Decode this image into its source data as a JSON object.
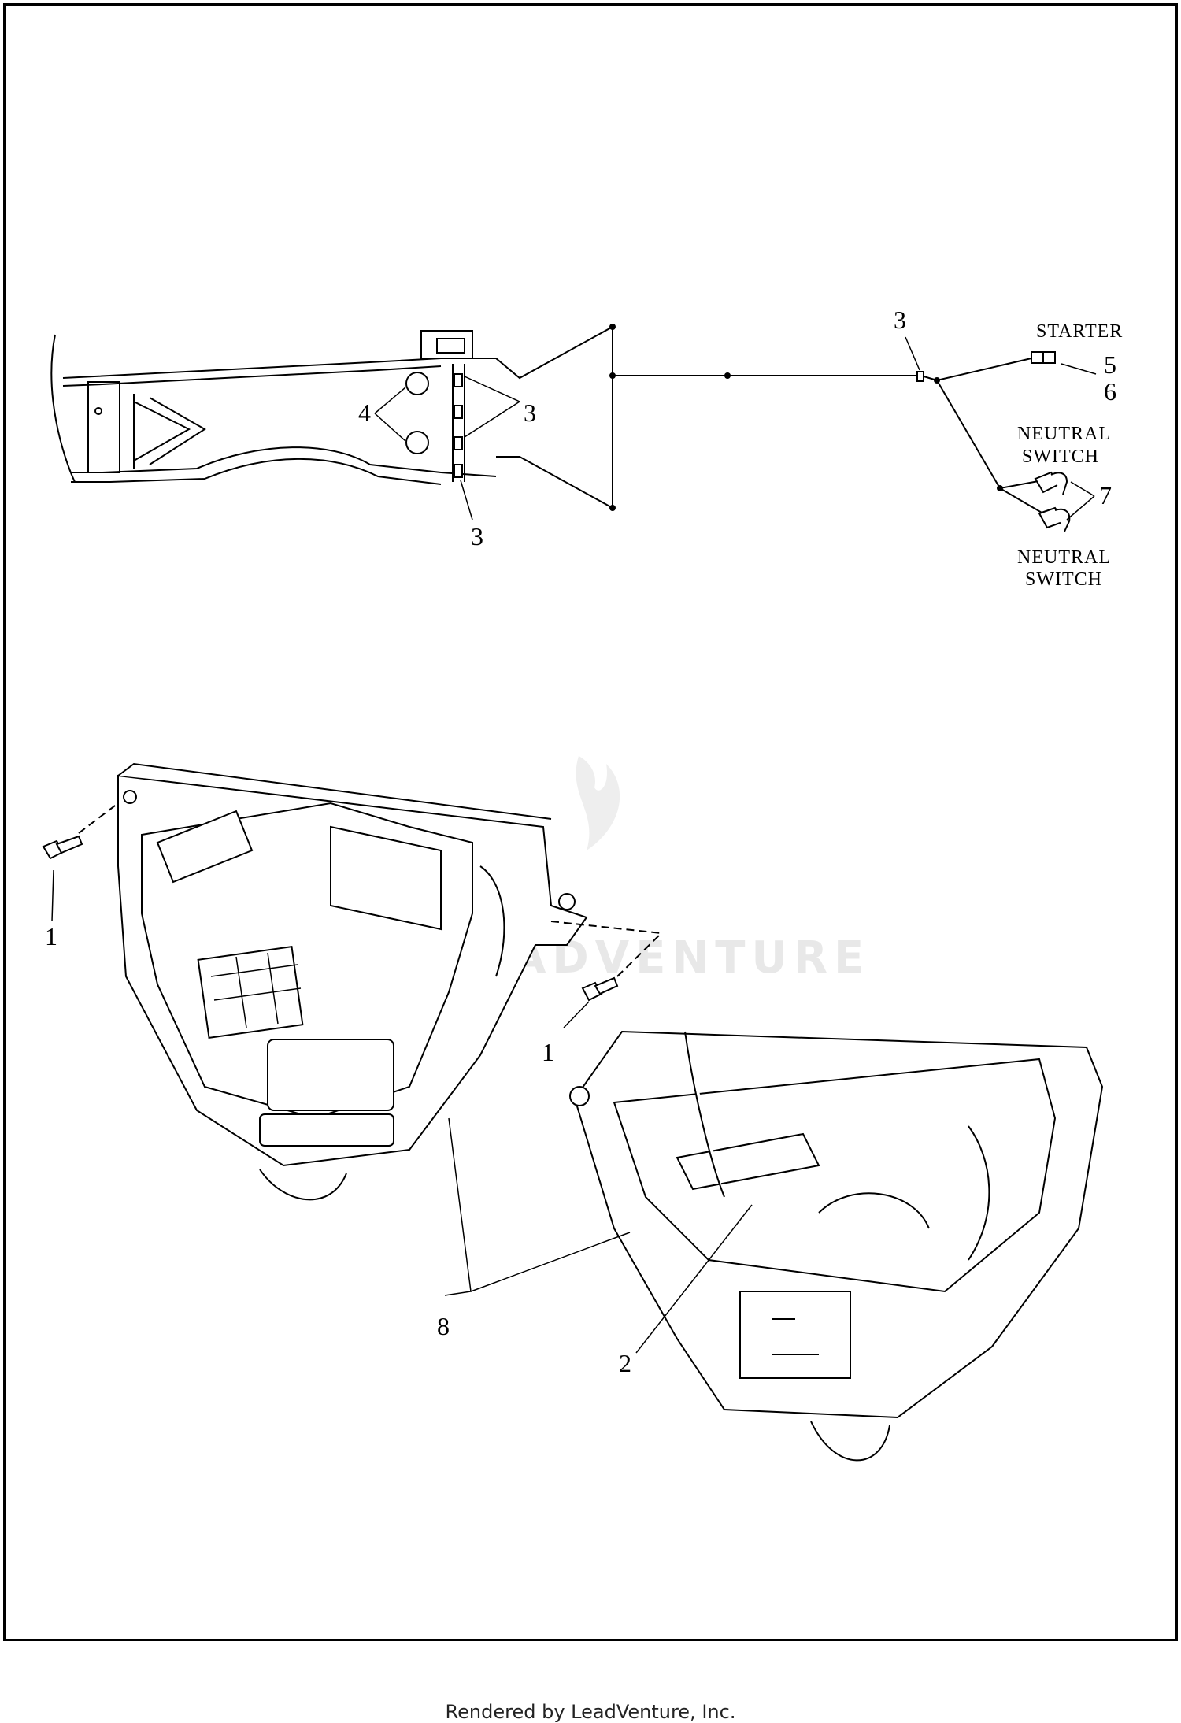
{
  "labels": {
    "starter": "STARTER",
    "neutral_switch_1_line1": "NEUTRAL",
    "neutral_switch_1_line2": "SWITCH",
    "neutral_switch_2_line1": "NEUTRAL",
    "neutral_switch_2_line2": "SWITCH"
  },
  "callouts": {
    "c1_left": "1",
    "c1_right": "1",
    "c2": "2",
    "c3_top": "3",
    "c3_mid": "3",
    "c3_bottom": "3",
    "c4": "4",
    "c5": "5",
    "c6": "6",
    "c7": "7",
    "c8": "8"
  },
  "watermark": {
    "text": "LEADVENTURE"
  },
  "footer": {
    "text": "Rendered by LeadVenture, Inc."
  }
}
